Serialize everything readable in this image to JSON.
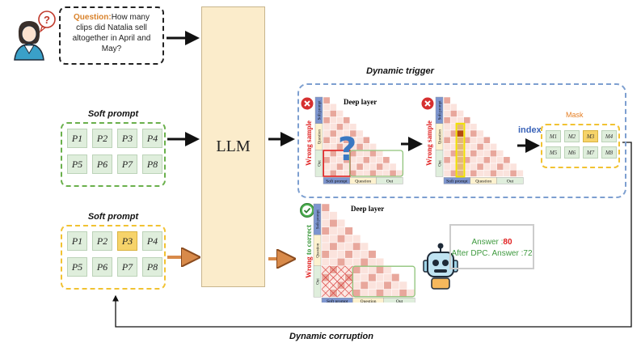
{
  "question": {
    "label": "Question:",
    "text": "How many clips did Natalia sell altogether in April and May?"
  },
  "llm": {
    "label": "LLM"
  },
  "soft_prompt_top": {
    "title": "Soft prompt",
    "cells": [
      "P1",
      "P2",
      "P3",
      "P4",
      "P5",
      "P6",
      "P7",
      "P8"
    ],
    "highlighted": []
  },
  "soft_prompt_bottom": {
    "title": "Soft prompt",
    "cells": [
      "P1",
      "P2",
      "P3",
      "P4",
      "P5",
      "P6",
      "P7",
      "P8"
    ],
    "highlighted": [
      "P3"
    ]
  },
  "dynamic_trigger": {
    "title": "Dynamic trigger",
    "deep_layer": "Deep layer",
    "wrong_sample": "Wrong sample",
    "row_labels": [
      "Soft prompt",
      "Question",
      "Out"
    ],
    "col_labels": [
      "Soft prompt",
      "Question",
      "Out"
    ],
    "index_label": "index",
    "question_mark": "?"
  },
  "mask": {
    "title": "Mask",
    "cells": [
      "M1",
      "M2",
      "M3",
      "M4",
      "M5",
      "M6",
      "M7",
      "M8"
    ],
    "highlighted": [
      "M3"
    ]
  },
  "correction": {
    "deep_layer": "Deep layer",
    "wrong_to_correct_1": "Wrong",
    "wrong_to_correct_2": "to correct",
    "row_labels": [
      "Soft prompt",
      "Question",
      "Out"
    ],
    "col_labels": [
      "Soft prompt",
      "Question",
      "Out"
    ]
  },
  "answer": {
    "line1_prefix": "Answer :",
    "line1_value": "80",
    "line2": "After DPC. Answer :72"
  },
  "dynamic_corruption": {
    "title": "Dynamic corruption"
  },
  "colors": {
    "green_dash": "#6ab04c",
    "yellow_dash": "#f1c232",
    "blue_dash": "#7d9fd0",
    "orange_arrow": "#d88a4a",
    "red": "#e02020",
    "matrix_light": "#fbe3dd",
    "matrix_dark": "#e8a79c",
    "soft_prompt_axis": "#7d95cf",
    "question_axis": "#fdf2cf",
    "out_axis": "#dfeedc"
  }
}
